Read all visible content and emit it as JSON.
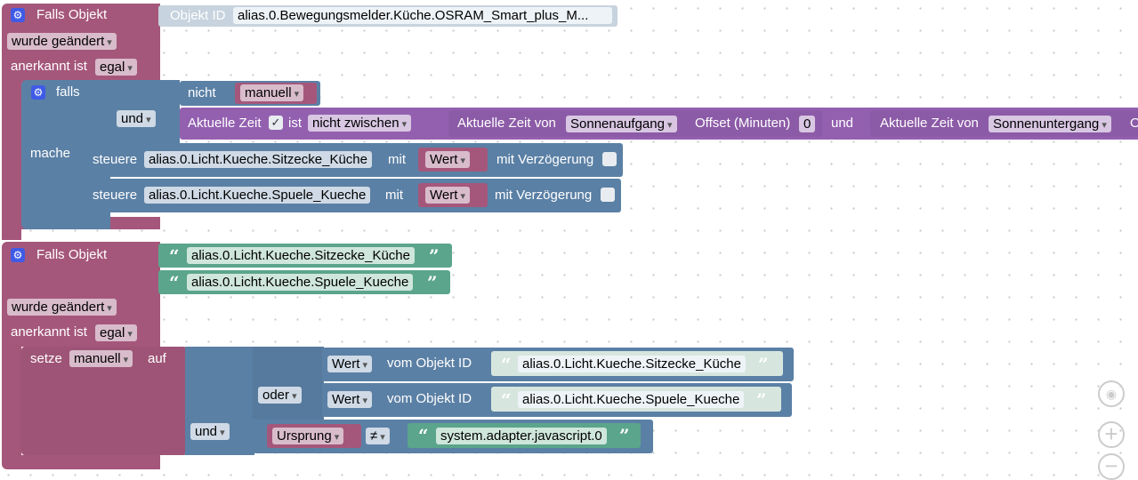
{
  "event1": {
    "title": "Falls Objekt",
    "object_id_label": "Objekt ID",
    "object_id_value": "alias.0.Bewegungsmelder.Küche.OSRAM_Smart_plus_M...",
    "trigger": "wurde geändert",
    "ack_label": "anerkannt ist",
    "ack_value": "egal"
  },
  "if_block": {
    "label": "falls",
    "and_op": "und",
    "not_label": "nicht",
    "manual_var": "manuell",
    "time_label": "Aktuelle Zeit",
    "time_checked": "✓",
    "is_label": "ist",
    "between_op": "nicht zwischen",
    "time_from_label": "Aktuelle Zeit von",
    "sunrise": "Sonnenaufgang",
    "offset_label": "Offset (Minuten)",
    "offset_value": "0",
    "and_label": "und",
    "time_from_label2": "Aktuelle Zeit von",
    "sunset": "Sonnenuntergang",
    "cut_text": "O",
    "do_label": "mache"
  },
  "actions": [
    {
      "control": "steuere",
      "id": "alias.0.Licht.Kueche.Sitzecke_Küche",
      "with": "mit",
      "value": "Wert",
      "delay": "mit Verzögerung"
    },
    {
      "control": "steuere",
      "id": "alias.0.Licht.Kueche.Spuele_Kueche",
      "with": "mit",
      "value": "Wert",
      "delay": "mit Verzögerung"
    }
  ],
  "event2": {
    "title": "Falls Objekt",
    "ids": [
      "alias.0.Licht.Kueche.Sitzecke_Küche",
      "alias.0.Licht.Kueche.Spuele_Kueche"
    ],
    "trigger": "wurde geändert",
    "ack_label": "anerkannt ist",
    "ack_value": "egal"
  },
  "set_block": {
    "set_label": "setze",
    "var": "manuell",
    "to_label": "auf",
    "and_op": "und",
    "or_op": "oder",
    "compare1": {
      "value": "Wert",
      "from": "vom Objekt ID",
      "id": "alias.0.Licht.Kueche.Sitzecke_Küche"
    },
    "compare2": {
      "value": "Wert",
      "from": "vom Objekt ID",
      "id": "alias.0.Licht.Kueche.Spuele_Kueche"
    },
    "origin_label": "Ursprung",
    "neq_op": "≠",
    "origin_value": "system.adapter.javascript.0"
  },
  "workspace_controls": {
    "center_icon": "target-icon",
    "zoom_in": "+",
    "zoom_out": "−"
  },
  "colors": {
    "event": "#a5577b",
    "logic": "#5b80a5",
    "time": "#9360b0",
    "text": "#5ba58c",
    "gear": "#3f5be6"
  }
}
